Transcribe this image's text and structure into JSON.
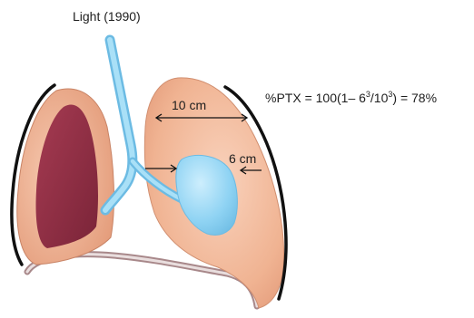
{
  "source_label": "Light (1990)",
  "formula": {
    "prefix": "%PTX = 100(1– 6",
    "exp1": "3",
    "mid": "/10",
    "exp2": "3",
    "suffix": ") = 78%"
  },
  "dimensions": {
    "lung_width": "10 cm",
    "collapsed_width": "6 cm"
  },
  "colors": {
    "lung_tissue": "#f2b89a",
    "lung_shading": "#e8a383",
    "lung_interior": "#8f2f45",
    "airway": "#8fd3f3",
    "collapsed_lung": "#8fd3f3",
    "pleura_outline": "#111111",
    "diaphragm": "#a8888a"
  }
}
